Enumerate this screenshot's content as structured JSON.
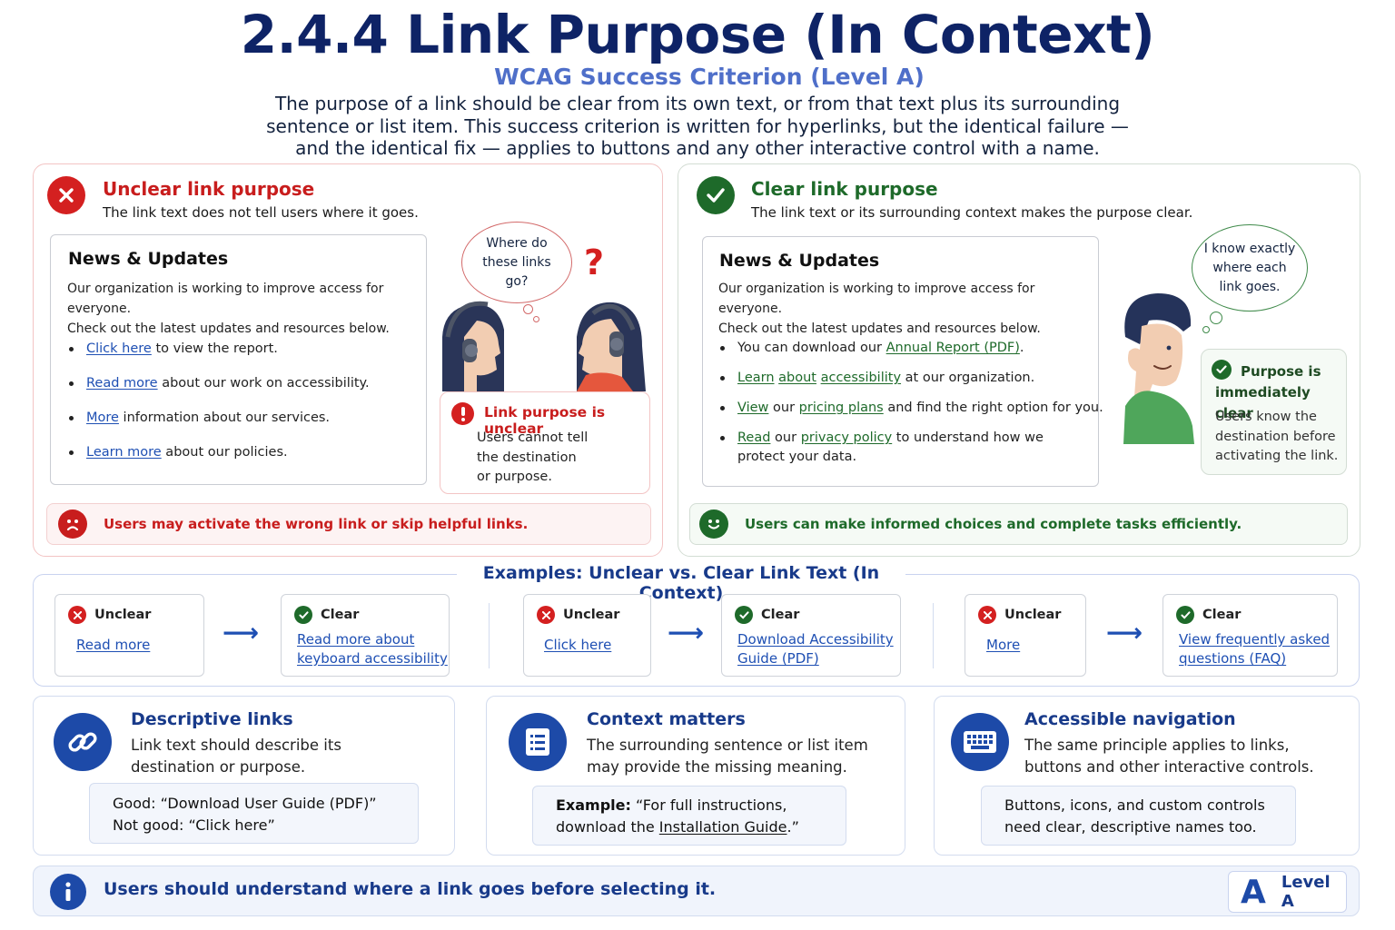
{
  "header": {
    "title": "2.4.4 Link Purpose (In Context)",
    "subtitle": "WCAG Success Criterion (Level A)",
    "intro_1": "The purpose of a link should be clear from its own text, or from that text plus its surrounding",
    "intro_2": "sentence or list item. This success criterion is written for hyperlinks, but the identical failure —",
    "intro_3": "and the identical fix — applies to buttons and any other interactive control with a name."
  },
  "unclear": {
    "heading": "Unclear link purpose",
    "subheading": "The link text does not tell users where it goes.",
    "news_title": "News & Updates",
    "news_p1": "Our organization is working to improve access for everyone.",
    "news_p2": "Check out the latest updates and resources below.",
    "items": [
      {
        "link": "Click here",
        "rest": " to view the report."
      },
      {
        "link": "Read more",
        "rest": " about our work on accessibility."
      },
      {
        "link": "More",
        "rest": " information about our services."
      },
      {
        "link": "Learn more",
        "rest": " about our policies."
      }
    ],
    "bubble_1": "Where do",
    "bubble_2": "these links",
    "bubble_3": "go?",
    "question_mark": "?",
    "note_title": "Link purpose is unclear",
    "note_1": "Users cannot tell",
    "note_2": "the destination",
    "note_3": "or purpose.",
    "bottom": "Users may activate the wrong link or skip helpful links.",
    "color": "#d42020"
  },
  "clear": {
    "heading": "Clear link purpose",
    "subheading": "The link text or its surrounding context makes the purpose clear.",
    "news_title": "News & Updates",
    "news_p1": "Our organization is working to improve access for everyone.",
    "news_p2": "Check out the latest updates and resources below.",
    "item1": {
      "pre": "You can download our ",
      "link": "Annual Report (PDF)",
      "post": "."
    },
    "item2": {
      "link_a": "Learn",
      "sp1": " ",
      "link_b": "about",
      "sp2": " ",
      "link_c": "accessibility",
      "post": " at our organization."
    },
    "item3": {
      "link_a": "View",
      "mid": " our ",
      "link_b": "pricing plans",
      "post": " and find the right option for you."
    },
    "item4": {
      "link_a": "Read",
      "mid": " our ",
      "link_b": "privacy policy",
      "post": " to understand how we",
      "line2": "protect your data."
    },
    "bubble_1": "I know exactly",
    "bubble_2": "where each",
    "bubble_3": "link goes.",
    "note_title_1": "Purpose is",
    "note_title_2": "immediately clear",
    "note_1": "Users know the",
    "note_2": "destination before",
    "note_3": "activating the link.",
    "bottom": "Users can make informed choices and complete tasks efficiently.",
    "color": "#1e6a2a"
  },
  "examples": {
    "title": "Examples: Unclear vs. Clear Link Text (In Context)",
    "unclear_label": "Unclear",
    "clear_label": "Clear",
    "pairs": [
      {
        "unclear": "Read more",
        "clear_1": "Read more about",
        "clear_2": "keyboard accessibility"
      },
      {
        "unclear": "Click here",
        "clear_1": "Download Accessibility",
        "clear_2": "Guide (PDF)"
      },
      {
        "unclear": "More",
        "clear_1": "View frequently asked",
        "clear_2": "questions (FAQ)"
      }
    ]
  },
  "cards": [
    {
      "title": "Descriptive links",
      "desc_1": "Link text should describe its",
      "desc_2": "destination or purpose.",
      "ex_1": "Good:  “Download User Guide (PDF)”",
      "ex_2": "Not good: “Click here”"
    },
    {
      "title": "Context matters",
      "desc_1": "The surrounding sentence or list item",
      "desc_2": "may provide the missing meaning.",
      "ex_label": "Example:",
      "ex_1": " “For full instructions,",
      "ex_2a": "download the ",
      "ex_2_link": "Installation Guide",
      "ex_2b": ".”"
    },
    {
      "title": "Accessible navigation",
      "desc_1": "The same principle applies to links,",
      "desc_2": "buttons and other interactive controls.",
      "ex_1": "Buttons, icons, and custom controls",
      "ex_2": "need clear, descriptive names too."
    }
  ],
  "footer": {
    "text": "Users should understand where a link goes before selecting it.",
    "badge_letter": "A",
    "badge_text": "Level A"
  },
  "colors": {
    "navy": "#0e2366",
    "accent_blue": "#1d4aa8",
    "error_red": "#d42020",
    "success_green": "#1e6a2a"
  }
}
